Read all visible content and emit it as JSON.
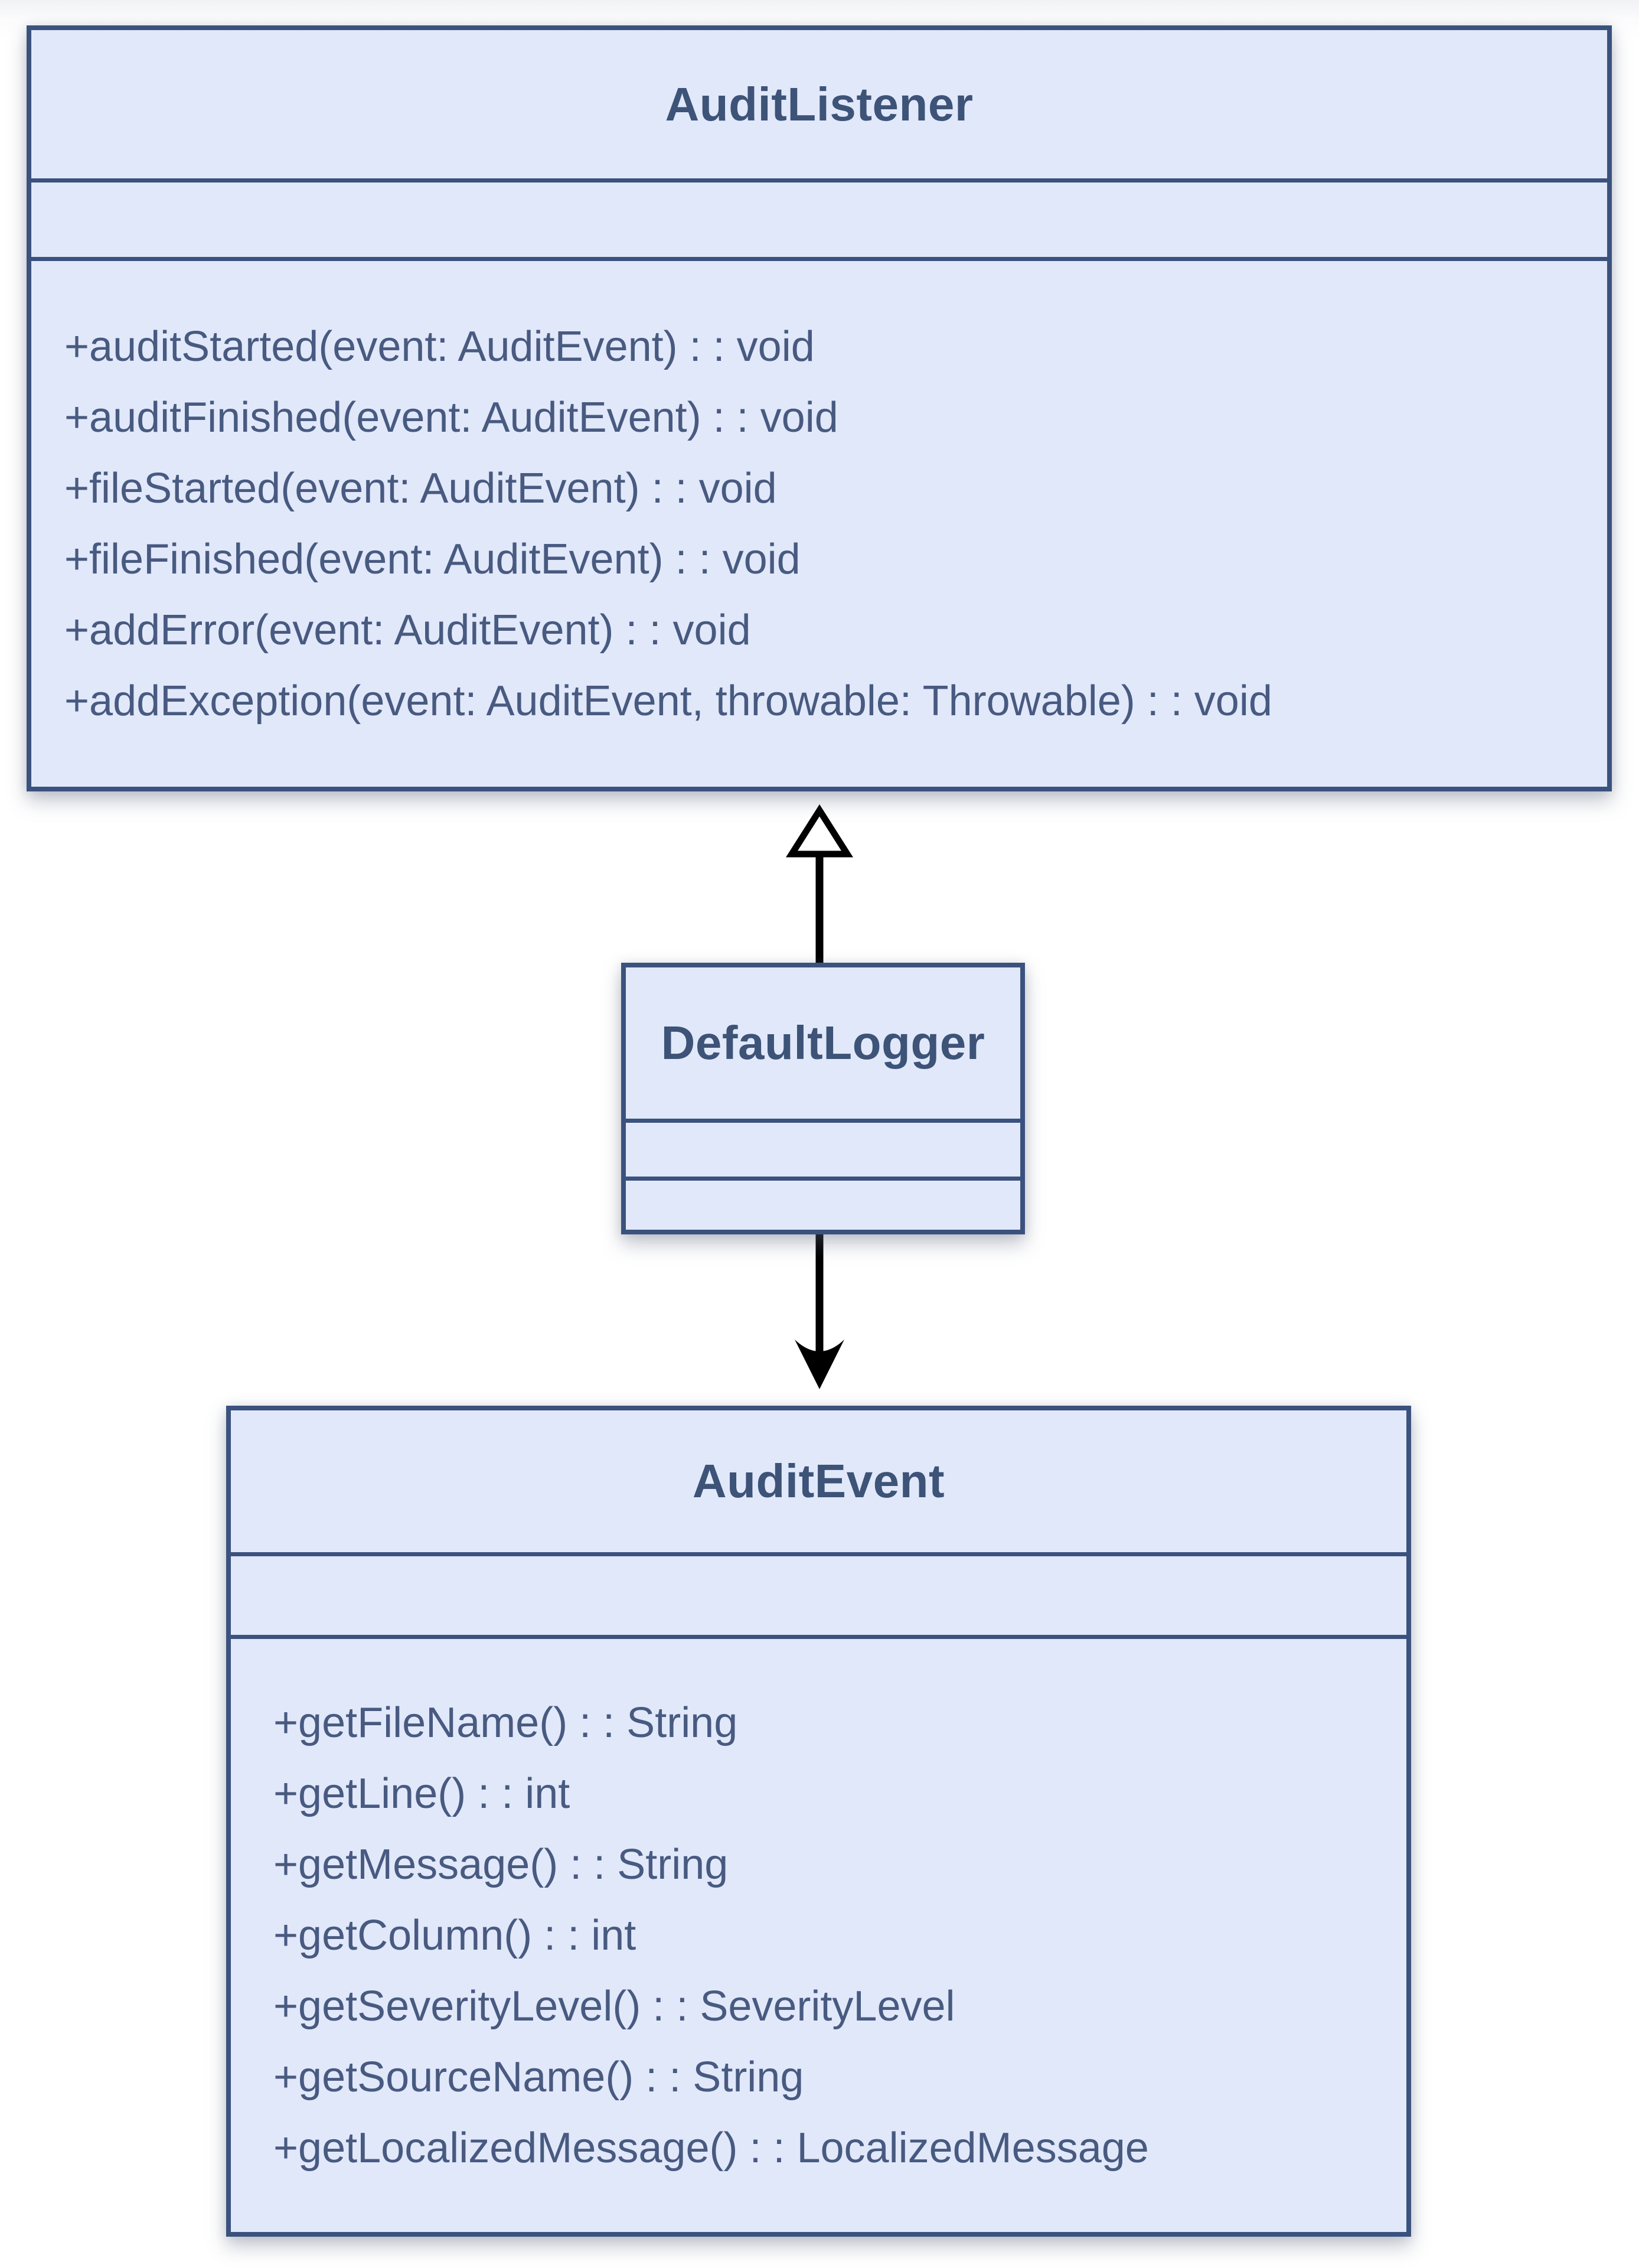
{
  "diagram_type": "uml-class-diagram",
  "classes": [
    {
      "id": "audit-listener",
      "name": "AuditListener",
      "attributes": [],
      "methods": [
        "+auditStarted(event: AuditEvent) : : void",
        "+auditFinished(event: AuditEvent) : : void",
        "+fileStarted(event: AuditEvent) : : void",
        "+fileFinished(event: AuditEvent) : : void",
        "+addError(event: AuditEvent) : : void",
        "+addException(event: AuditEvent, throwable: Throwable) : : void"
      ]
    },
    {
      "id": "default-logger",
      "name": "DefaultLogger",
      "attributes": [],
      "methods": []
    },
    {
      "id": "audit-event",
      "name": "AuditEvent",
      "attributes": [],
      "methods": [
        "+getFileName() : : String",
        "+getLine() : : int",
        "+getMessage() : : String",
        "+getColumn() : : int",
        "+getSeverityLevel() : : SeverityLevel",
        "+getSourceName() : : String",
        "+getLocalizedMessage() : : LocalizedMessage"
      ]
    }
  ],
  "relationships": [
    {
      "from": "DefaultLogger",
      "to": "AuditListener",
      "type": "realization",
      "arrowhead": "hollow-triangle",
      "direction": "up"
    },
    {
      "from": "DefaultLogger",
      "to": "AuditEvent",
      "type": "directed-association",
      "arrowhead": "open-v",
      "direction": "down"
    }
  ],
  "colors": {
    "box_fill": "#e1e8fa",
    "box_border": "#3a527d",
    "class_name_text": "#3d5377",
    "member_text": "#485a80",
    "connector": "#000000",
    "page_background": "#ffffff"
  }
}
